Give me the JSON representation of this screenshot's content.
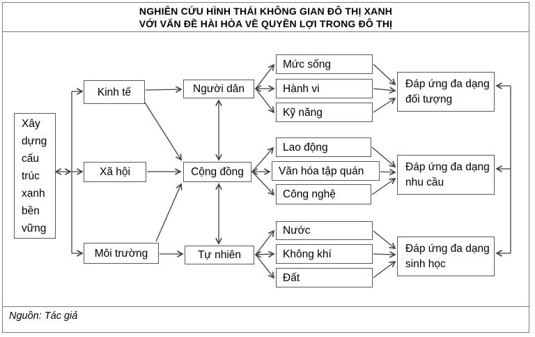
{
  "title": {
    "line1": "NGHIÊN CỨU HÌNH THÁI KHÔNG GIAN ĐÔ THỊ XANH",
    "line2": "VỚI VẤN ĐỀ HÀI HÒA VỀ QUYỀN LỢI TRONG ĐÔ THỊ"
  },
  "footer": {
    "source_note": "Nguồn: Tác giả"
  },
  "diagram": {
    "root_label": "Xây dựng cấu trúc xanh bền vững",
    "pillars": [
      {
        "label": "Kinh tế"
      },
      {
        "label": "Xã hội"
      },
      {
        "label": "Môi trường"
      }
    ],
    "actors": [
      {
        "label": "Người dân"
      },
      {
        "label": "Cộng đồng"
      },
      {
        "label": "Tự nhiên"
      }
    ],
    "factor_groups": [
      {
        "items": [
          {
            "label": "Mức sống"
          },
          {
            "label": "Hành vi"
          },
          {
            "label": "Kỹ năng"
          }
        ]
      },
      {
        "items": [
          {
            "label": "Lao động"
          },
          {
            "label": "Văn hóa tập quán"
          },
          {
            "label": "Công nghệ"
          }
        ]
      },
      {
        "items": [
          {
            "label": "Nước"
          },
          {
            "label": "Không khí"
          },
          {
            "label": "Đất"
          }
        ]
      }
    ],
    "outcomes": [
      {
        "label": "Đáp ứng đa dạng đối tượng"
      },
      {
        "label": "Đáp ứng đa dạng nhu cầu"
      },
      {
        "label": "Đáp ứng đa dạng sinh học"
      }
    ]
  },
  "colors": {
    "background": "#ffffff",
    "frame_border": "#7a7a7a",
    "box_border": "#595959",
    "connector": "#404040",
    "text": "#000000"
  }
}
